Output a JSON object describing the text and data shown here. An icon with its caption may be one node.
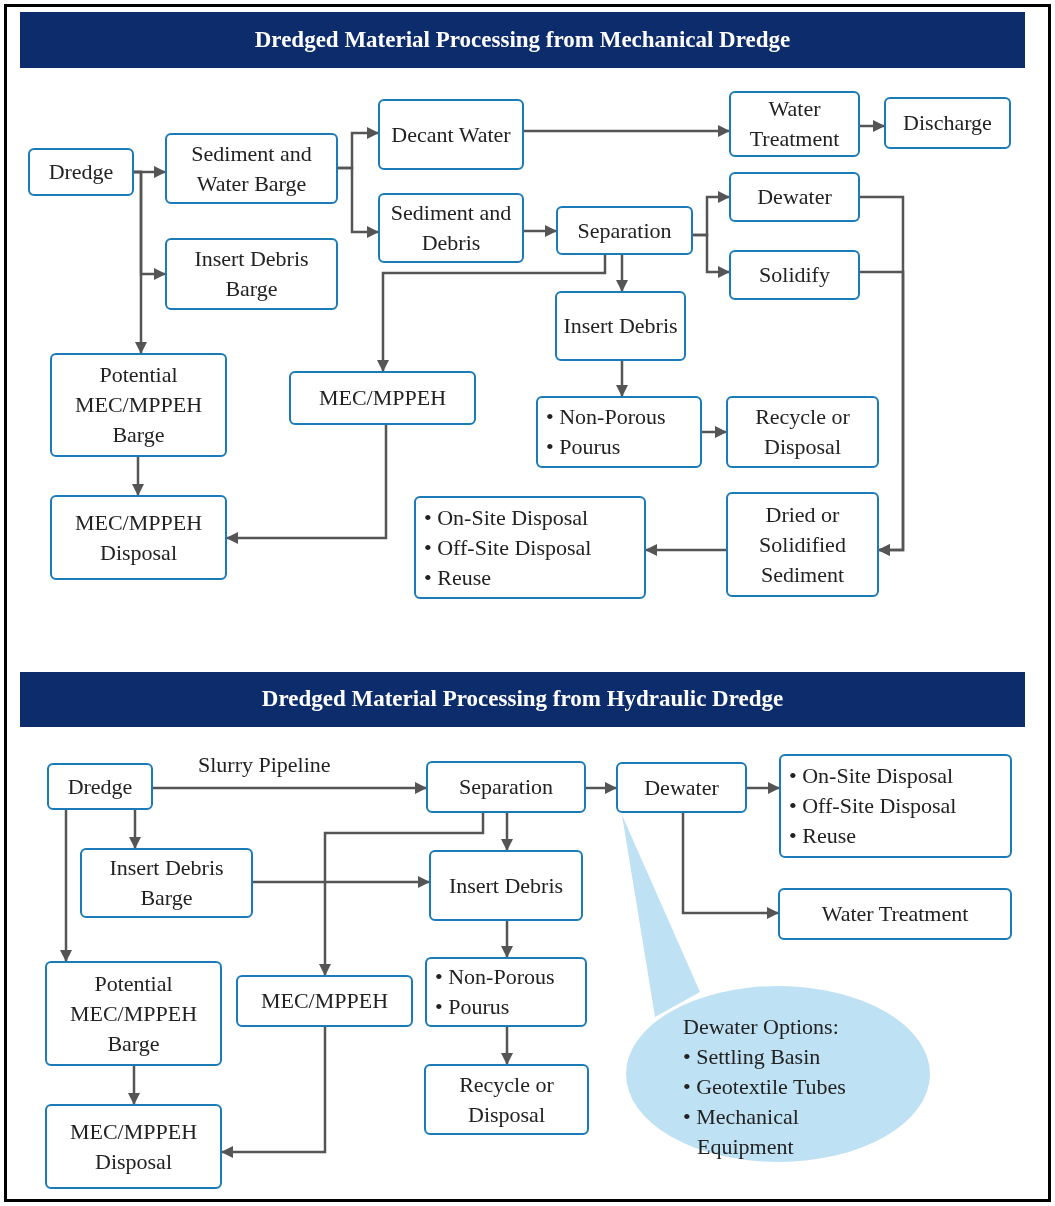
{
  "diagram": {
    "nodes": [
      {
        "text": [
          "Dredged Material Processing from Mechanical Dredge"
        ]
      },
      {
        "text": [
          "Dredge"
        ]
      },
      {
        "text": [
          "Sediment and Water Barge"
        ]
      },
      {
        "text": [
          "Decant Water"
        ]
      },
      {
        "text": [
          "Water Treatment"
        ]
      },
      {
        "text": [
          "Discharge"
        ]
      },
      {
        "text": [
          "Sediment and Debris"
        ]
      },
      {
        "text": [
          "Separation"
        ]
      },
      {
        "text": [
          "Dewater"
        ]
      },
      {
        "text": [
          "Solidify"
        ]
      },
      {
        "text": [
          "Insert Debris Barge"
        ]
      },
      {
        "text": [
          "Insert Debris"
        ]
      },
      {
        "text": [
          "Potential MEC/MPPEH Barge"
        ]
      },
      {
        "text": [
          "MEC/MPPEH"
        ]
      },
      {
        "text": [
          "• Non-Porous",
          "• Pourus"
        ]
      },
      {
        "text": [
          "Recycle or Disposal"
        ]
      },
      {
        "text": [
          "MEC/MPPEH Disposal"
        ]
      },
      {
        "text": [
          "• On-Site Disposal",
          "• Off-Site Disposal",
          "• Reuse"
        ]
      },
      {
        "text": [
          "Dried or Solidified Sediment"
        ]
      },
      {
        "text": [
          "Dredged Material Processing from Hydraulic Dredge"
        ]
      },
      {
        "text": [
          "Dredge"
        ]
      },
      {
        "text": [
          "Separation"
        ]
      },
      {
        "text": [
          "Dewater"
        ]
      },
      {
        "text": [
          "• On-Site Disposal",
          "• Off-Site Disposal",
          "• Reuse"
        ]
      },
      {
        "text": [
          "Insert Debris Barge"
        ]
      },
      {
        "text": [
          "Insert Debris"
        ]
      },
      {
        "text": [
          "Water Treatment"
        ]
      },
      {
        "text": [
          "Potential MEC/MPPEH Barge"
        ]
      },
      {
        "text": [
          "MEC/MPPEH"
        ]
      },
      {
        "text": [
          "• Non-Porous",
          "• Pourus"
        ]
      },
      {
        "text": [
          "Recycle or Disposal"
        ]
      },
      {
        "text": [
          "MEC/MPPEH Disposal"
        ]
      },
      {
        "text": [
          "Dewater Options:",
          "• Settling Basin",
          "• Geotextile Tubes",
          "• Mechanical Equipment"
        ]
      }
    ],
    "edges": [
      {
        "from": 1,
        "to": 2,
        "arrow": "to"
      },
      {
        "from": 1,
        "to": 10,
        "arrow": "to"
      },
      {
        "from": 1,
        "to": 12,
        "arrow": "to"
      },
      {
        "from": 2,
        "to": 3,
        "arrow": "to"
      },
      {
        "from": 2,
        "to": 6,
        "arrow": "to"
      },
      {
        "from": 3,
        "to": 4,
        "arrow": "to"
      },
      {
        "from": 4,
        "to": 5,
        "arrow": "to"
      },
      {
        "from": 6,
        "to": 7,
        "arrow": "to"
      },
      {
        "from": 7,
        "to": 8,
        "arrow": "to"
      },
      {
        "from": 7,
        "to": 9,
        "arrow": "to"
      },
      {
        "from": 7,
        "to": 11,
        "arrow": "to"
      },
      {
        "from": 7,
        "to": 13,
        "arrow": "to"
      },
      {
        "from": 8,
        "to": 18,
        "arrow": "to"
      },
      {
        "from": 9,
        "to": 18,
        "arrow": "to"
      },
      {
        "from": 18,
        "to": 17,
        "arrow": "to"
      },
      {
        "from": 11,
        "to": 14,
        "arrow": "to"
      },
      {
        "from": 14,
        "to": 15,
        "arrow": "to"
      },
      {
        "from": 12,
        "to": 16,
        "arrow": "to"
      },
      {
        "from": 13,
        "to": 16,
        "arrow": "to"
      },
      {
        "from": 20,
        "to": 21,
        "arrow": "to",
        "label": "Slurry Pipeline"
      },
      {
        "from": 21,
        "to": 22,
        "arrow": "to"
      },
      {
        "from": 22,
        "to": 23,
        "arrow": "to"
      },
      {
        "from": 22,
        "to": 26,
        "arrow": "to"
      },
      {
        "from": 20,
        "to": 24,
        "arrow": "to"
      },
      {
        "from": 20,
        "to": 27,
        "arrow": "to"
      },
      {
        "from": 24,
        "to": 25,
        "arrow": "to"
      },
      {
        "from": 21,
        "to": 25,
        "arrow": "to"
      },
      {
        "from": 21,
        "to": 28,
        "arrow": "to"
      },
      {
        "from": 25,
        "to": 29,
        "arrow": "to"
      },
      {
        "from": 29,
        "to": 30,
        "arrow": "to"
      },
      {
        "from": 27,
        "to": 31,
        "arrow": "to"
      },
      {
        "from": 28,
        "to": 31,
        "arrow": "to"
      }
    ]
  }
}
